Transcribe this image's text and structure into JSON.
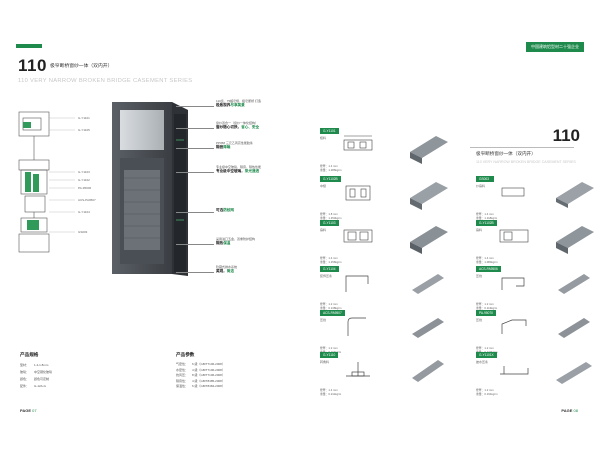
{
  "left_page": {
    "series_no": "110",
    "series_cn": "极窄断桥窗纱一体（双内开）",
    "series_en": "110 VERY NARROW BROKEN BRIDGE CASEMENT SERIES",
    "section_labels": [
      "G-Y1101",
      "G-Y1105",
      "G-Y1103",
      "G-Y1102",
      "PA-95006",
      "ACS-PA9507",
      "G-Y1104",
      "GS003"
    ],
    "callouts": [
      {
        "text": "110宽、75超窄梃，极窄断桥 打造",
        "em": "极致视界",
        "em2": "尽享美景"
      },
      {
        "text": "窗纱双合一（窗纱一体化结构）",
        "em": "窗纱随心切换，",
        "em2": "省心、安全"
      },
      {
        "text": "PP058 三元乙丙高性能胶条",
        "em": "隔音",
        "em2": "降噪"
      },
      {
        "text": "专业级中空玻璃，隔音，隔热性能",
        "em": "专业级中空玻璃，",
        "em2": "采光通透"
      },
      {
        "text": "",
        "em": "可选",
        "em2": "防蚊网"
      },
      {
        "text": "采用进口五金，双重防护结构",
        "em": "隔热",
        "em2": "保温"
      },
      {
        "text": "隐藏式排水系统",
        "em": "美观，",
        "em2": "简洁"
      }
    ],
    "info_left": {
      "title": "产品规格",
      "rows": [
        {
          "k": "型材：",
          "v": "1.4-1.8mm"
        },
        {
          "k": "玻璃：",
          "v": "中空钢化玻璃"
        },
        {
          "k": "颜色：",
          "v": "颜色可定制"
        },
        {
          "k": "配件：",
          "v": "G-12A-G"
        }
      ]
    },
    "info_right": {
      "title": "产品参数",
      "rows": [
        {
          "k": "气密性：",
          "v": "6 级（GB/T7106-2008）"
        },
        {
          "k": "水密性：",
          "v": "4 级（GB/T7106-2008）"
        },
        {
          "k": "抗风压：",
          "v": "8 级（GB/T7106-2008）"
        },
        {
          "k": "隔音性：",
          "v": "4 级（GB/T8485-2008）"
        },
        {
          "k": "保温性：",
          "v": "6 级（GB/T8484-2008）"
        }
      ]
    },
    "page_label": "PAGE",
    "page_no": "07"
  },
  "right_page": {
    "corp_tag": "中国建筑铝型材二十强企业",
    "series_no": "110",
    "series_cn": "极窄断桥窗纱一体（双内开）",
    "series_en": "110 VERY NARROW BROKEN BRIDGE CASEMENT SERIES",
    "profiles": [
      {
        "code": "G-Y1101",
        "name": "框料",
        "spec": [
          "壁厚：1.4 mm",
          "重量：1.286kg/m"
        ]
      },
      {
        "code": "GS003",
        "name": "纱扇料",
        "spec": [
          "壁厚：1.4 mm",
          "重量：1.118kg/m"
        ]
      },
      {
        "code": "G-Y1102B",
        "name": "中梃",
        "spec": [
          "壁厚：1.8 mm",
          "重量：1.453kg/m"
        ]
      },
      {
        "code": "G-Y1103",
        "name": "扇料",
        "spec": [
          "壁厚：1.4 mm",
          "重量：1.156kg/m"
        ]
      },
      {
        "code": "G-Y1102B",
        "name": "扇料",
        "spec": [
          "壁厚：1.4 mm",
          "重量：1.084kg/m"
        ]
      },
      {
        "code": "G-Y1104",
        "name": "装饰压条",
        "spec": [
          "壁厚：1.2 mm",
          "重量：0.138kg/m"
        ]
      },
      {
        "code": "ACS-PA9506",
        "name": "压线",
        "spec": [
          "壁厚：1.2 mm",
          "重量：0.113kg/m"
        ]
      },
      {
        "code": "ACS-PA9507",
        "name": "压线",
        "spec": [
          "壁厚：1.2 mm",
          "重量：0.116kg/m"
        ]
      },
      {
        "code": "PA-95070",
        "name": "压线",
        "spec": [
          "壁厚：1.2 mm",
          "重量：0.130kg/m"
        ]
      },
      {
        "code": "G-Y1110",
        "name": "转角料",
        "spec": [
          "壁厚：1.4 mm",
          "重量：0.211kg/m"
        ]
      },
      {
        "code": "G-Y1101X",
        "name": "披水压条",
        "spec": [
          "壁厚：1.2 mm",
          "重量：0.191kg/m"
        ]
      }
    ],
    "page_label": "PAGE",
    "page_no": "08"
  }
}
